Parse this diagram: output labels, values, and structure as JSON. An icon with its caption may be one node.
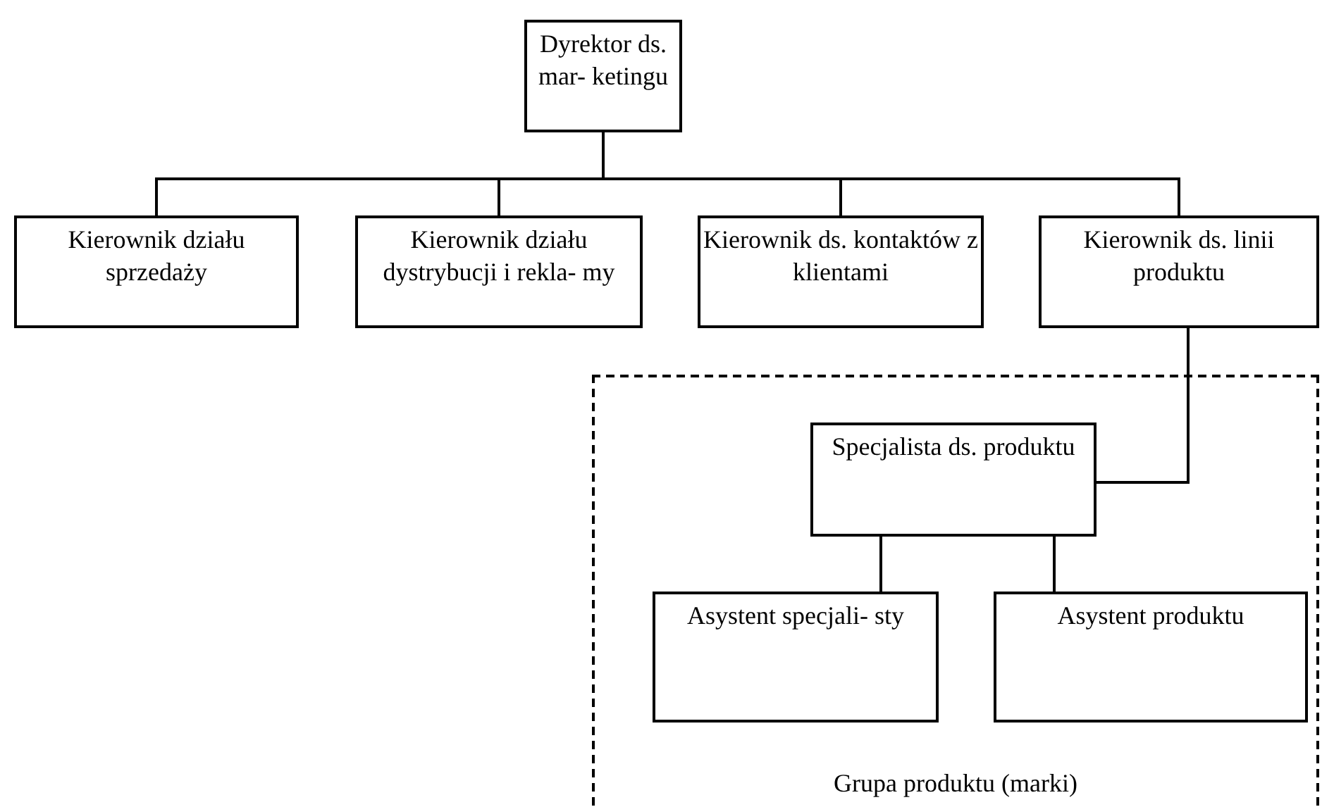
{
  "diagram": {
    "nodes": [
      {
        "text": [
          "Dyrektor ds. mar- ketingu"
        ]
      },
      {
        "text": [
          "Kierownik działu sprzedaży"
        ]
      },
      {
        "text": [
          "Kierownik działu dystrybucji i rekla- my"
        ]
      },
      {
        "text": [
          "Kierownik ds. kontaktów z klientami"
        ]
      },
      {
        "text": [
          "Kierownik ds. linii produktu"
        ]
      },
      {
        "text": [
          "Grupa produktu (marki)"
        ]
      },
      {
        "text": [
          "Specjalista ds. produktu"
        ],
        "in": 5
      },
      {
        "text": [
          "Asystent specjali- sty"
        ],
        "in": 5
      },
      {
        "text": [
          "Asystent produktu"
        ],
        "in": 5
      }
    ],
    "edges": [
      {
        "from": 0,
        "to": 1,
        "arrow": "none"
      },
      {
        "from": 0,
        "to": 2,
        "arrow": "none"
      },
      {
        "from": 0,
        "to": 3,
        "arrow": "none"
      },
      {
        "from": 0,
        "to": 4,
        "arrow": "none"
      },
      {
        "from": 4,
        "to": 6,
        "arrow": "none"
      },
      {
        "from": 6,
        "to": 7,
        "arrow": "none"
      },
      {
        "from": 6,
        "to": 8,
        "arrow": "none"
      }
    ]
  }
}
